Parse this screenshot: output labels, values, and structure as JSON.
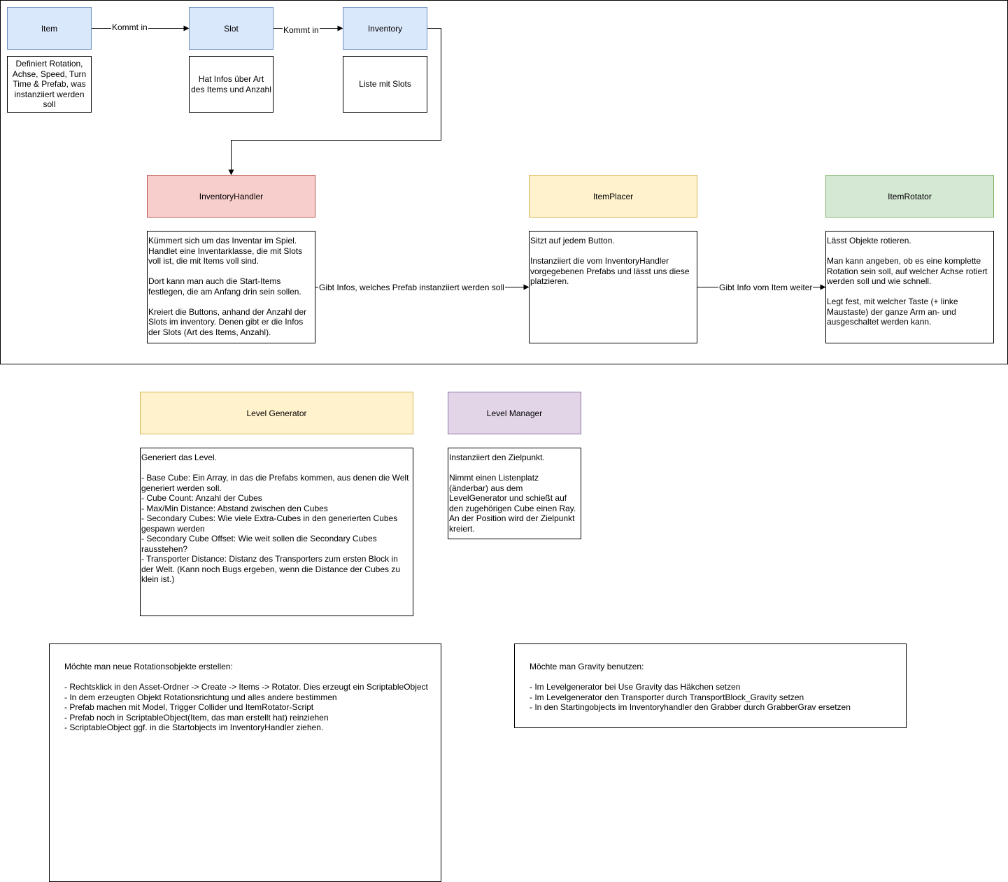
{
  "colors": {
    "blue_fill": "#dae8fc",
    "blue_stroke": "#6c8ebf",
    "red_fill": "#f8cecc",
    "red_stroke": "#b85450",
    "yellow_fill": "#fff2cc",
    "yellow_stroke": "#d6b656",
    "green_fill": "#d5e8d4",
    "green_stroke": "#82b366",
    "purple_fill": "#e1d5e7",
    "purple_stroke": "#9673a6"
  },
  "nodes": {
    "item": "Item",
    "slot": "Slot",
    "inventory": "Inventory",
    "inventory_handler": "InventoryHandler",
    "item_placer": "ItemPlacer",
    "item_rotator": "ItemRotator",
    "level_generator": "Level Generator",
    "level_manager": "Level Manager"
  },
  "descriptions": {
    "item": "Definiert Rotation, Achse, Speed, Turn Time & Prefab, was instanziiert werden soll",
    "slot": "Hat Infos über Art des Items und Anzahl",
    "inventory": "Liste mit Slots",
    "inventory_handler": "Kümmert sich um das Inventar im Spiel. Handlet eine Inventarklasse, die mit Slots voll ist, die mit Items voll sind.\n\nDort kann man auch die Start-Items festlegen, die am Anfang drin sein sollen.\n\nKreiert die Buttons, anhand der Anzahl der Slots im inventory. Denen gibt er die Infos der Slots (Art des Items, Anzahl).",
    "item_placer": "Sitzt auf jedem Button.\n\nInstanziiert die vom InventoryHandler vorgegebenen Prefabs und lässt uns diese platzieren.",
    "item_rotator": "Lässt Objekte rotieren.\n\nMan kann angeben, ob es eine komplette Rotation sein soll, auf welcher Achse rotiert werden soll und wie schnell.\n\nLegt fest, mit welcher Taste (+ linke Maustaste) der ganze Arm an- und ausgeschaltet werden kann.",
    "level_generator": "Generiert das Level.\n\n- Base Cube: Ein Array, in das die Prefabs kommen, aus denen die Welt generiert werden soll.\n- Cube Count: Anzahl der Cubes\n- Max/Min Distance: Abstand zwischen den Cubes\n- Secondary Cubes: Wie viele Extra-Cubes in den generierten Cubes gespawn werden\n- Secondary Cube Offset: Wie weit sollen die Secondary Cubes rausstehen?\n- Transporter Distance: Distanz des Transporters zum ersten Block in der Welt. (Kann noch Bugs ergeben, wenn die Distance der Cubes zu klein ist.)",
    "level_manager": "Instanziiert den Zielpunkt.\n\nNimmt einen Listenplatz (änderbar) aus dem LevelGenerator und schießt auf den zugehörigen Cube einen Ray. An der Position wird der Zielpunkt kreiert."
  },
  "edges": {
    "item_to_slot": "Kommt in",
    "slot_to_inventory": "Kommt in",
    "handler_to_placer": "Gibt Infos, welches Prefab instanziiert werden soll",
    "placer_to_rotator": "Gibt Info vom Item weiter"
  },
  "notes": {
    "rotation_objects": "Möchte man neue Rotationsobjekte erstellen:\n\n- Rechtsklick in den Asset-Ordner -> Create -> Items -> Rotator. Dies erzeugt ein ScriptableObject\n- In dem erzeugten Objekt Rotationsrichtung und alles andere bestimmen\n- Prefab machen mit Model, Trigger Collider und ItemRotator-Script\n- Prefab noch in ScriptableObject(Item, das man erstellt hat) reinziehen\n- ScriptableObject ggf. in die Startobjects im InventoryHandler ziehen.",
    "gravity": "Möchte man Gravity benutzen:\n\n- Im Levelgenerator bei Use Gravity das Häkchen setzen\n- Im Levelgenerator den Transporter durch TransportBlock_Gravity setzen\n- In den Startingobjects im Inventoryhandler den Grabber durch GrabberGrav ersetzen"
  }
}
